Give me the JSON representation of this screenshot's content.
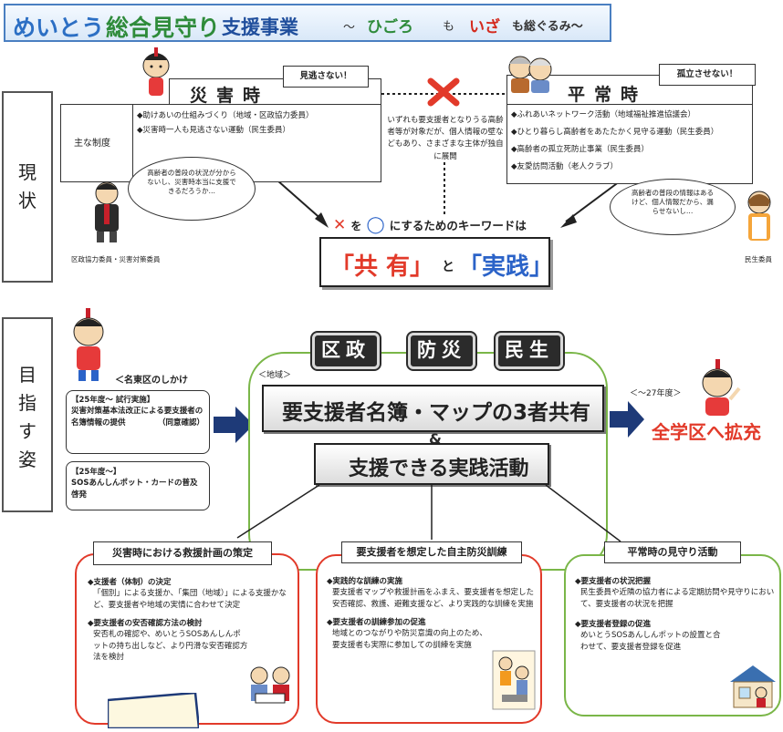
{
  "header": {
    "title_part1": "めいとう",
    "title_part2": "総合見守り",
    "title_part3": "支援事業",
    "subtitle_prefix": "～",
    "subtitle_hikoro": "ひごろ",
    "subtitle_mo": "も",
    "subtitle_iza": "いざ",
    "subtitle_suffix": "も総ぐるみ～"
  },
  "current": {
    "side_label": [
      "現",
      "状"
    ],
    "main_system_label": "主な制度",
    "disaster": {
      "heading": "災害時",
      "callout": "見逃さない！",
      "items": [
        "◆助けあいの仕組みづくり（地域・区政協力委員）",
        "◆災害時一人も見逃さない運動（民生委員）"
      ]
    },
    "center_note": "いずれも要支援者となりうる高齢者等が対象だが、個人情報の壁などもあり、さまざまな主体が独自に展開",
    "normal": {
      "heading": "平常時",
      "callout": "孤立させない！",
      "items": [
        "◆ふれあいネットワーク活動（地域福祉推進協議会）",
        "◆ひとり暮らし高齢者をあたたかく見守る運動（民生委員）",
        "◆高齢者の孤立死防止事業（民生委員）",
        "◆友愛訪問活動（老人クラブ）"
      ]
    },
    "left_bubble": "高齢者の普段の状況が分からないし、災害時本当に支援できるだろうか…",
    "left_person_caption": "区政協力委員・災害対策委員",
    "right_bubble": "高齢者の普段の情報はあるけど、個人情報だから、漏らせないし…",
    "right_person_caption": "民生委員",
    "keyword_line_mid": "を",
    "keyword_line_end": "にするためのキーワードは",
    "keyword_share": "「共 有」",
    "keyword_to": "と",
    "keyword_practice": "「実践」"
  },
  "goal": {
    "side_label": [
      "目",
      "指",
      "す",
      "姿"
    ],
    "shikake_caption": "＜名東区のしかけ",
    "box1_header": "【25年度～ 試行実施】",
    "box1_text": "災害対策基本法改正による要支援者の名簿情報の提供",
    "box1_note": "（同意確認）",
    "box2_header": "【25年度～】",
    "box2_text": "SOSあんしんポット・カードの普及啓発",
    "orgs": [
      "区政",
      "防災",
      "民生"
    ],
    "region_label": "＜地域＞",
    "main_share": "要支援者名簿・マップの3者共有",
    "ampersand": "&",
    "main_practice": "支援できる実践活動",
    "year_label": "＜～27年度＞",
    "expand_label": "全学区へ拡充"
  },
  "cards": [
    {
      "title": "災害時における救援計画の策定",
      "blocks": [
        {
          "head": "◆支援者（体制）の決定",
          "body": "「個別」による支援か、「集団（地域）」による支援かなど、要支援者や地域の実情に合わせて決定"
        },
        {
          "head": "◆要支援者の安否確認方法の検討",
          "body": "安否札の確認や、めいとうSOSあんしんポットの持ち出しなど、より円滑な安否確認方法を検討"
        }
      ]
    },
    {
      "title": "要支援者を想定した自主防災訓練",
      "blocks": [
        {
          "head": "◆実践的な訓練の実施",
          "body": "要支援者マップや救援計画をふまえ、要支援者を想定した安否確認、救護、避難支援など、より実践的な訓練を実施"
        },
        {
          "head": "◆要支援者の訓練参加の促進",
          "body": "地域とのつながりや防災意識の向上のため、要支援者も実際に参加しての訓練を実施"
        }
      ]
    },
    {
      "title": "平常時の見守り活動",
      "blocks": [
        {
          "head": "◆要支援者の状況把握",
          "body": "民生委員や近隣の協力者による定期訪問や見守りにおいて、要支援者の状況を把握"
        },
        {
          "head": "◆要支援者登録の促進",
          "body": "めいとうSOSあんしんポットの設置と合わせて、要支援者登録を促進"
        }
      ]
    }
  ],
  "colors": {
    "title_blue": "#1f4e9c",
    "title_green": "#2e8b3a",
    "title_red": "#d42a1e",
    "orange": "#f39a1e",
    "red": "#e23a2a",
    "navy_arrow": "#1e3a78",
    "green_frame": "#7ab648"
  }
}
